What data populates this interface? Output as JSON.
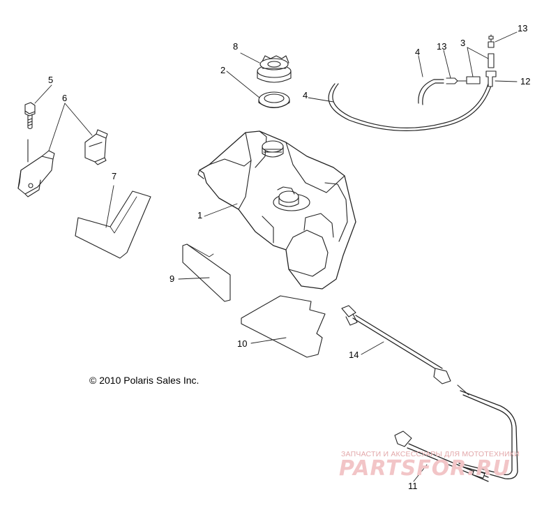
{
  "copyright": "© 2010 Polaris Sales Inc.",
  "watermark": {
    "tagline": "ЗАПЧАСТИ И АКСЕССУАРЫ ДЛЯ МОТОТЕХНИКИ",
    "site": "PARTSFOR.RU",
    "color": "#f2c5c7"
  },
  "callouts": {
    "c1": "1",
    "c2": "2",
    "c3": "3",
    "c4a": "4",
    "c4b": "4",
    "c5": "5",
    "c6": "6",
    "c7": "7",
    "c8": "8",
    "c9": "9",
    "c10": "10",
    "c11": "11",
    "c12": "12",
    "c13a": "13",
    "c13b": "13",
    "c14": "14"
  },
  "parts": [
    {
      "ref": "1",
      "name": "fuel-tank"
    },
    {
      "ref": "2",
      "name": "cap-gasket"
    },
    {
      "ref": "3",
      "name": "vent-fitting"
    },
    {
      "ref": "4",
      "name": "vent-hose"
    },
    {
      "ref": "5",
      "name": "bolt"
    },
    {
      "ref": "6",
      "name": "mounting-bracket"
    },
    {
      "ref": "7",
      "name": "pad"
    },
    {
      "ref": "8",
      "name": "fuel-cap"
    },
    {
      "ref": "9",
      "name": "side-pad"
    },
    {
      "ref": "10",
      "name": "bottom-pad"
    },
    {
      "ref": "11",
      "name": "wire-harness"
    },
    {
      "ref": "12",
      "name": "tee-fitting"
    },
    {
      "ref": "13",
      "name": "check-valve"
    },
    {
      "ref": "14",
      "name": "fuel-line"
    }
  ]
}
